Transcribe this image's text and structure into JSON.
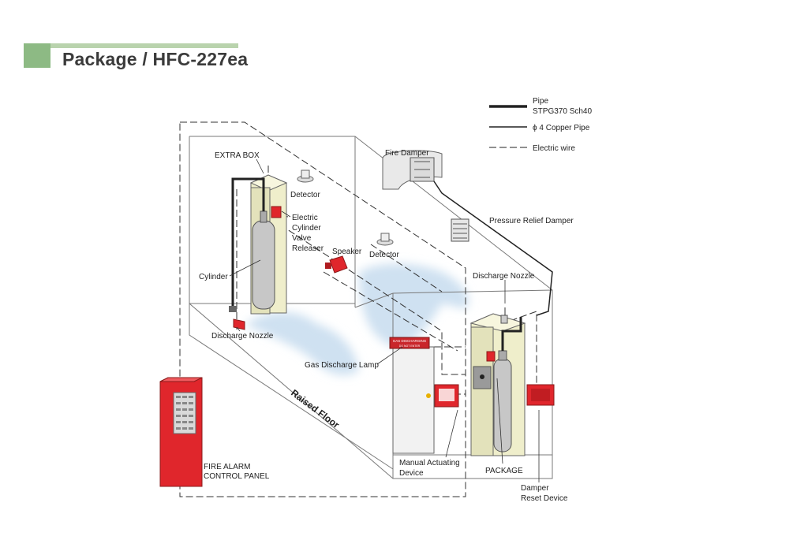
{
  "page": {
    "title": "Package / HFC-227ea"
  },
  "legend": {
    "pipe_line1": "Pipe",
    "pipe_line2": "STPG370 Sch40",
    "copper": "ϕ 4 Copper Pipe",
    "wire": "Electric wire"
  },
  "labels": {
    "extra_box": "EXTRA BOX",
    "detector_left": "Detector",
    "releaser_l1": "Electric",
    "releaser_l2": "Cylinder",
    "releaser_l3": "Valve",
    "releaser_l4": "Releaser",
    "speaker": "Speaker",
    "detector_center": "Detector",
    "fire_damper": "Fire Damper",
    "pressure_relief": "Pressure Relief Damper",
    "discharge_nozzle_right": "Discharge Nozzle",
    "cylinder": "Cylinder",
    "discharge_nozzle_left": "Discharge Nozzle",
    "gas_discharge_lamp": "Gas Discharge Lamp",
    "raised_floor": "Raised Floor",
    "fire_alarm_l1": "FIRE ALARM",
    "fire_alarm_l2": "CONTROL PANEL",
    "manual_l1": "Manual Actuating",
    "manual_l2": "Device",
    "package": "PACKAGE",
    "damper_reset_l1": "Damper",
    "damper_reset_l2": "Reset Device",
    "lamp_sign_l1": "GAS DISCHARGING",
    "lamp_sign_l2": "DO NOT ENTER"
  },
  "colors": {
    "device_red": "#e0262c",
    "cabinet_fill": "#efeecb",
    "gas_cloud": "#cfe1f1",
    "title_green": "#8dba84"
  }
}
